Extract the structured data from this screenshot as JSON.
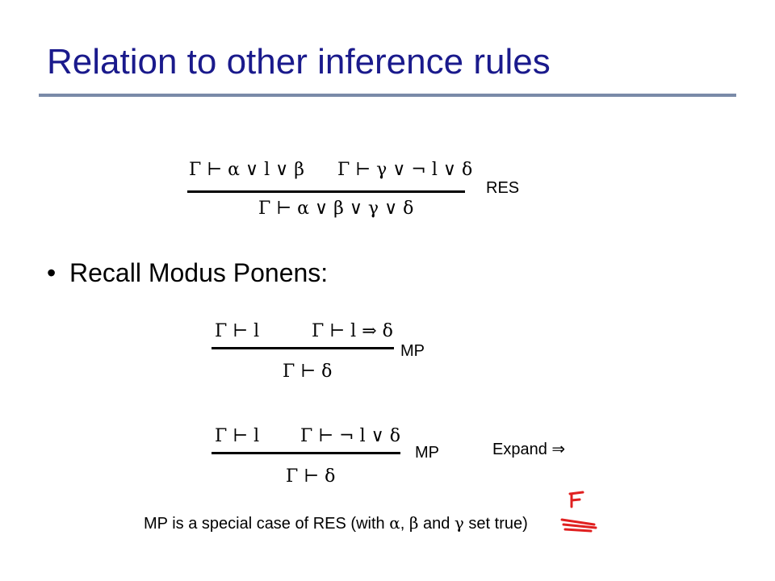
{
  "title": "Relation to other inference rules",
  "res_rule": {
    "premise1": "Γ ⊢ α ∨ l ∨ β",
    "premise2": "Γ ⊢ γ ∨ ¬ l ∨ δ",
    "conclusion": "Γ ⊢ α ∨ β ∨ γ ∨ δ",
    "label": "RES"
  },
  "bullet": {
    "marker": "•",
    "text": "Recall Modus Ponens:"
  },
  "mp_rule": {
    "premise1": "Γ ⊢ l",
    "premise2": "Γ ⊢ l ⇒ δ",
    "conclusion": "Γ ⊢ δ",
    "label": "MP"
  },
  "mp_expanded_rule": {
    "premise1": "Γ ⊢ l",
    "premise2": "Γ ⊢ ¬ l ∨ δ",
    "conclusion": "Γ ⊢ δ",
    "label": "MP",
    "expand_label": "Expand ⇒"
  },
  "note": {
    "prefix": "MP is a special case of RES (with ",
    "alpha": "α",
    "comma": ", ",
    "beta": "β",
    "and": " and ",
    "gamma": "γ",
    "suffix": " set true)"
  },
  "colors": {
    "title": "#1a1a8c",
    "title_rule": "#7a8aa8",
    "annotation": "#e02020"
  }
}
